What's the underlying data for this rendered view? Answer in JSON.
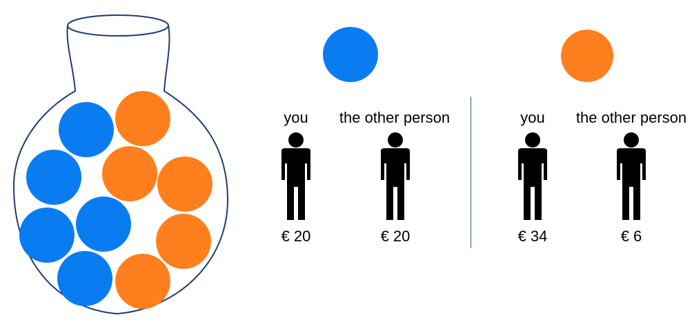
{
  "colors": {
    "blue": "#0a7cf2",
    "orange": "#ff7f1e",
    "outline": "#1f3a73",
    "person": "#000000"
  },
  "jar": {
    "balls": [
      {
        "color": "blue"
      },
      {
        "color": "orange"
      },
      {
        "color": "blue"
      },
      {
        "color": "orange"
      },
      {
        "color": "orange"
      },
      {
        "color": "blue"
      },
      {
        "color": "blue"
      },
      {
        "color": "orange"
      },
      {
        "color": "blue"
      },
      {
        "color": "orange"
      }
    ]
  },
  "options": [
    {
      "ball_color": "blue",
      "recipients": [
        {
          "label": "you",
          "amount": "€ 20"
        },
        {
          "label": "the other person",
          "amount": "€ 20"
        }
      ]
    },
    {
      "ball_color": "orange",
      "recipients": [
        {
          "label": "you",
          "amount": "€ 34"
        },
        {
          "label": "the other person",
          "amount": "€ 6"
        }
      ]
    }
  ]
}
